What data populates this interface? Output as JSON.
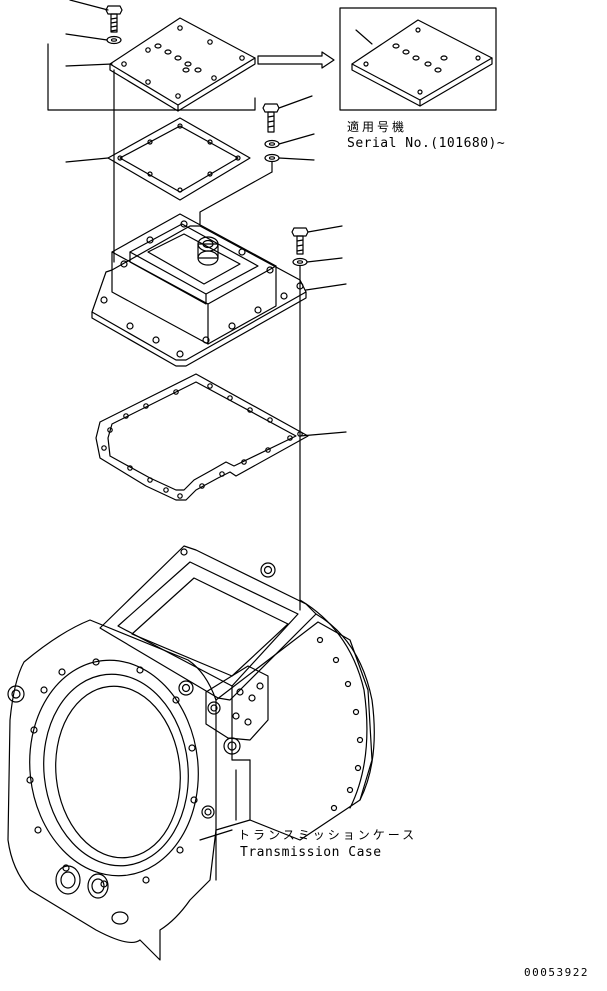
{
  "inset_label": {
    "applicable_models_jp": "適用号機",
    "serial": "Serial No.(101680)~"
  },
  "case_label": {
    "jp": "トランスミッションケース",
    "en": "Transmission Case"
  },
  "drawing_number": "00053922"
}
